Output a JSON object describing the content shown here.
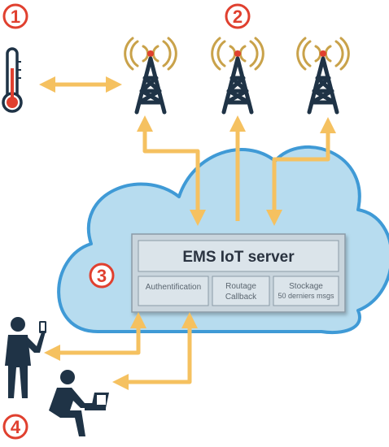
{
  "badges": {
    "one": "1",
    "two": "2",
    "three": "3",
    "four": "4"
  },
  "server": {
    "title": "EMS IoT server",
    "modules": [
      {
        "lines": [
          "Authentification"
        ]
      },
      {
        "lines": [
          "Routage",
          "Callback"
        ]
      },
      {
        "lines": [
          "Stockage",
          "50 derniers msgs"
        ]
      }
    ]
  },
  "icons": {
    "sensor": "thermometer-icon",
    "antenna": "radio-tower-icon",
    "mobile_user": "person-with-phone-icon",
    "desktop_user": "person-with-laptop-icon"
  },
  "colors": {
    "badge": "#e0402f",
    "arrow": "#f5c160",
    "cloud_fill": "#b7dcef",
    "cloud_stroke": "#3f9ad6",
    "tower": "#1f3346",
    "waves": "#c9a24a",
    "server_fill": "#dbe4ea"
  }
}
